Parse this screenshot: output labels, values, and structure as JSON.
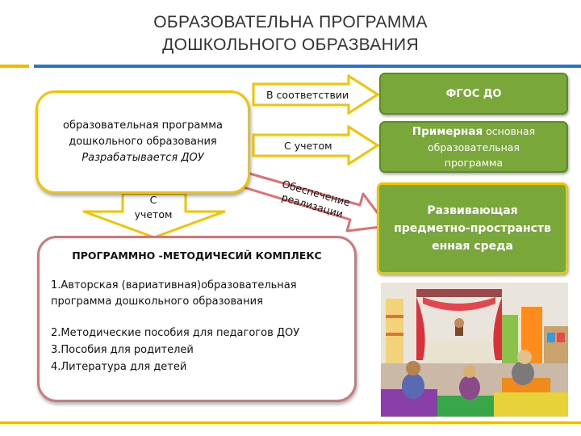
{
  "title": {
    "line1": "ОБРАЗОВАТЕЛЬНА ПРОГРАММА",
    "line2": "ДОШКОЛЬНОГО ОБРАЗВАНИЯ"
  },
  "main_box": {
    "line1": "образовательная программа",
    "line2": "дошкольного образования",
    "line3": "Разрабатывается ДОУ"
  },
  "arrows": {
    "accordance": "В соответствии",
    "consideration": "С учетом",
    "provision_line1": "Обеспечение",
    "provision_line2": "реализации",
    "down_line1": "С",
    "down_line2": "учетом"
  },
  "green_boxes": {
    "fgos": "ФГОС ДО",
    "example_bold": "Примерная",
    "example_rest": " основная",
    "example_line2": "образовательная",
    "example_line3": "программа",
    "environment_line1": "Развивающая",
    "environment_line2": "предметно-пространств",
    "environment_line3": "енная среда"
  },
  "complex": {
    "title": "ПРОГРАММНО -МЕТОДИЧЕСИЙ КОМПЛЕКС",
    "item1_line1": "1.Авторская (вариативная)образовательная",
    "item1_line2": "программа дошкольного образования",
    "items": [
      "2.Методические пособия для педагогов ДОУ",
      "3.Пособия для родителей",
      "4.Литература для детей"
    ]
  },
  "colors": {
    "green": "#7aa73a",
    "yellow": "#f0c400",
    "blue_rule": "#2d72c4",
    "complex_border": "#c97b7b"
  }
}
